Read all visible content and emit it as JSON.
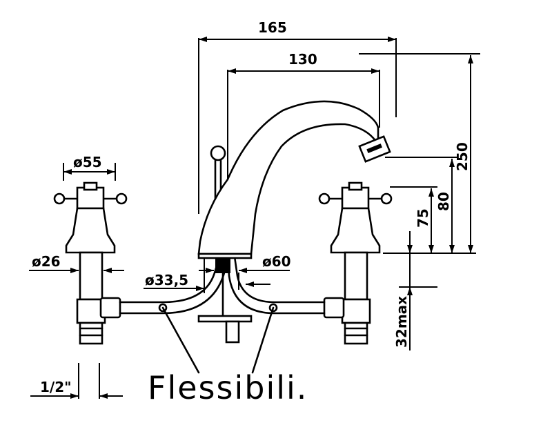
{
  "dimensions": {
    "width_total": "165",
    "spout_reach": "130",
    "height_total": "250",
    "outlet_height": "80",
    "handle_height": "75",
    "max_deck": "32max",
    "handle_diameter": "ø55",
    "shank_diameter": "ø26",
    "hose_diameter": "ø33,5",
    "base_diameter": "ø60",
    "thread": "1/2\""
  },
  "caption": "Flessibili."
}
